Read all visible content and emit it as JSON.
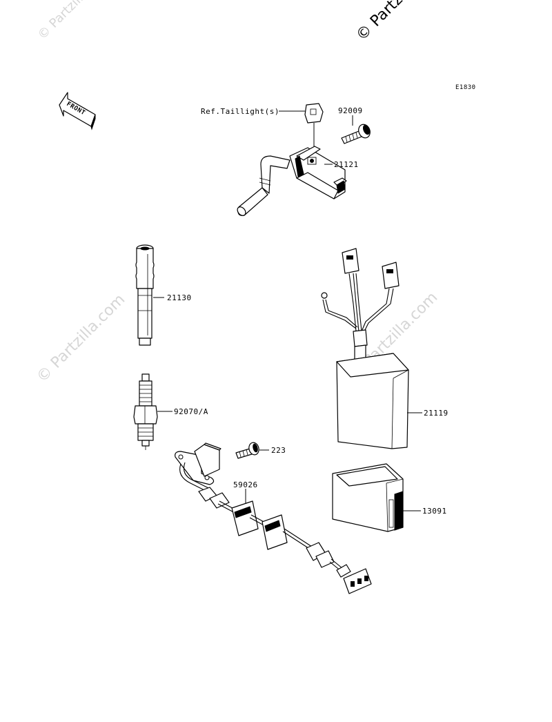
{
  "watermarks": {
    "top_right": "© Partzilla.com",
    "top_left": "© Partzilla.com",
    "middle_left": "© Partzilla.com",
    "middle_right": "© Partzilla.com"
  },
  "diagram_code": "E1830",
  "front_label": "FRONT",
  "callouts": {
    "ref_taillight": "Ref.Taillight(s)",
    "p92009": "92009",
    "p21121": "21121",
    "p21130": "21130",
    "p92070": "92070/A",
    "p223": "223",
    "p59026": "59026",
    "p21119": "21119",
    "p13091": "13091"
  }
}
